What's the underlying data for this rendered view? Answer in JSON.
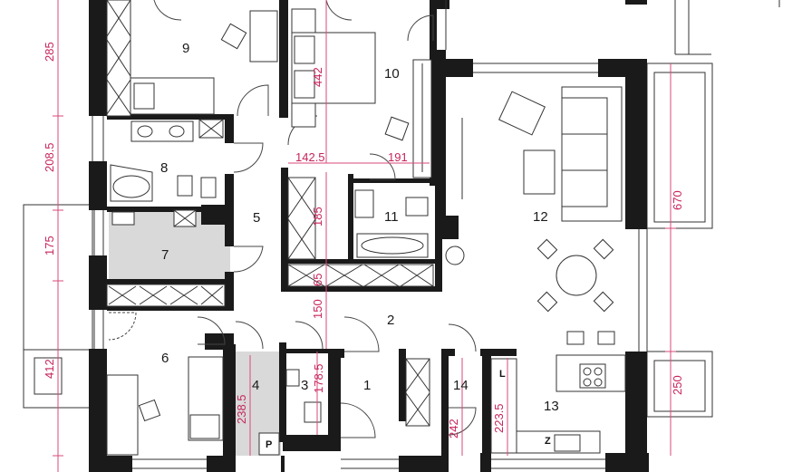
{
  "rooms": [
    {
      "id": "r9",
      "label": "9"
    },
    {
      "id": "r10",
      "label": "10"
    },
    {
      "id": "r8",
      "label": "8"
    },
    {
      "id": "r5",
      "label": "5"
    },
    {
      "id": "r11",
      "label": "11"
    },
    {
      "id": "r12",
      "label": "12"
    },
    {
      "id": "r7",
      "label": "7"
    },
    {
      "id": "r2",
      "label": "2"
    },
    {
      "id": "r6",
      "label": "6"
    },
    {
      "id": "r4",
      "label": "4"
    },
    {
      "id": "r3",
      "label": "3"
    },
    {
      "id": "r1",
      "label": "1"
    },
    {
      "id": "r14",
      "label": "14"
    },
    {
      "id": "r13",
      "label": "13"
    }
  ],
  "dimensions": {
    "left_285": "285",
    "left_208_5": "208.5",
    "left_175": "175",
    "left_412": "412",
    "d442": "442",
    "d142_5": "142.5",
    "d191": "191",
    "d185": "185",
    "d65": "65",
    "d150": "150",
    "d178_5": "178.5",
    "d238_5": "238.5",
    "d242": "242",
    "d223_5": "223.5",
    "right_670": "670",
    "right_250": "250"
  },
  "markers": {
    "p": "P",
    "l": "L",
    "z": "Z"
  },
  "colors": {
    "walls": "#1a1a1a",
    "dimensions": "#c8245a",
    "shaded_room": "#d9d9d9"
  }
}
